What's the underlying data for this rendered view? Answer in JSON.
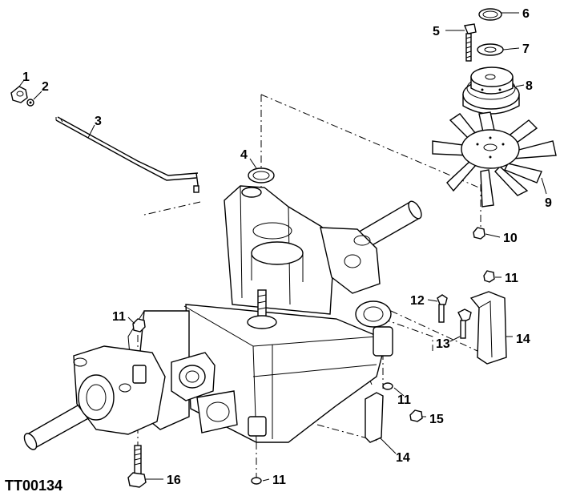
{
  "figure_id": "TT00134",
  "callouts": [
    "1",
    "2",
    "3",
    "4",
    "5",
    "6",
    "7",
    "8",
    "9",
    "10",
    "11",
    "11",
    "11",
    "11",
    "11",
    "12",
    "13",
    "14",
    "14",
    "15",
    "16"
  ]
}
